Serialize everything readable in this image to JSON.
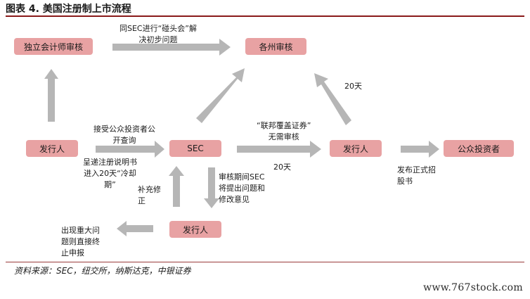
{
  "title": "图表 4. 美国注册制上市流程",
  "colors": {
    "box": "#e8a2a3",
    "arrow": "#b6b6b6",
    "rule": "#8a1a1a"
  },
  "boxes": {
    "auditor": "独立会计师审核",
    "state_review": "各州审核",
    "issuer_left": "发行人",
    "sec": "SEC",
    "issuer_right": "发行人",
    "public": "公众投资者",
    "issuer_bottom": "发行人"
  },
  "notes": {
    "sec_meeting": "同SEC进行“碰头会”解\n决初步问题",
    "public_review": "接受公众投资者公\n开查询",
    "submit_prospectus": "呈递注册说明书\n进入20天“冷却\n期”",
    "amend": "补充修\n正",
    "feedback": "审核期间SEC\n将提出问题和\n修改意见",
    "federal": "“联邦覆盖证券”\n无需审核",
    "days_20_right": "20天",
    "days_20_mid": "20天",
    "publish": "发布正式招\n股书",
    "major_issue": "出现重大问\n题则直接终\n止申报"
  },
  "source": "资料来源：SEC，纽交所，纳斯达克，中银证券",
  "watermark": "www.767stock.com"
}
